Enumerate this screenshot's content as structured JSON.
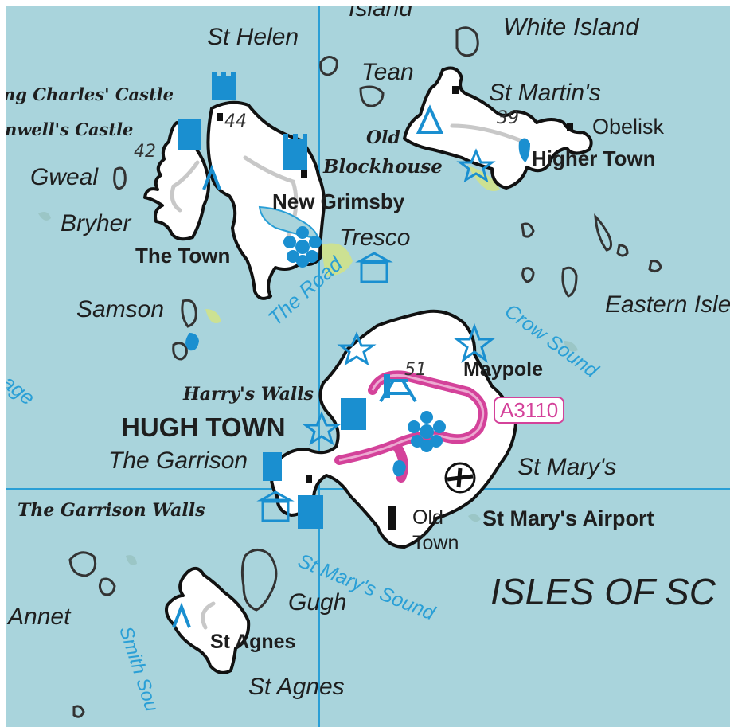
{
  "map": {
    "colors": {
      "sea": "#a9d4dc",
      "land": "#ffffff",
      "coast_rock": "#7fb0b0",
      "beach": "#cfe28a",
      "grid_line": "#2a9fd6",
      "road": "#d4429a",
      "tourist_blue": "#1a8fd0",
      "outline": "#111111"
    },
    "labels": {
      "island_top": "Island",
      "white_island": "White Island",
      "st_helen": "St Helen",
      "tean": "Tean",
      "st_martins": "St Martin's",
      "king_charles_castle": "ng Charles' Castle",
      "cromwells_castle": "nwell's Castle",
      "old": "Old",
      "blockhouse": "Blockhouse",
      "obelisk": "Obelisk",
      "higher_town": "Higher Town",
      "gweal": "Gweal",
      "new_grimsby": "New Grimsby",
      "bryher": "Bryher",
      "tresco": "Tresco",
      "the_town": "The Town",
      "samson": "Samson",
      "eastern_isles": "Eastern Isle",
      "the_road": "The Road",
      "crow_sound": "Crow Sound",
      "maypole": "Maypole",
      "passage": "sage",
      "harrys_walls": "Harry's Walls",
      "road_number": "A3110",
      "hugh_town": "HUGH TOWN",
      "the_garrison": "The Garrison",
      "st_marys": "St Mary's",
      "garrison_walls": "The Garrison Walls",
      "old_town_old": "Old",
      "old_town_town": "Town",
      "st_marys_airport": "St Mary's Airport",
      "st_marys_sound": "St Mary's Sound",
      "isles_of_scilly": "ISLES OF SC",
      "gugh": "Gugh",
      "annet": "Annet",
      "st_agnes_village": "St Agnes",
      "smith_sound": "Smith Sou",
      "st_agnes": "St Agnes"
    },
    "heights": {
      "bryher_height": "42",
      "tresco_height": "44",
      "st_martins_height": "39",
      "st_marys_height": "51"
    },
    "symbols": [
      "castle-icon",
      "museum-icon",
      "information-icon",
      "viewpoint-star-icon",
      "campsite-icon",
      "garden-flower-icon",
      "picnic-site-icon",
      "airport-icon",
      "lighthouse-icon",
      "church-icon"
    ]
  }
}
